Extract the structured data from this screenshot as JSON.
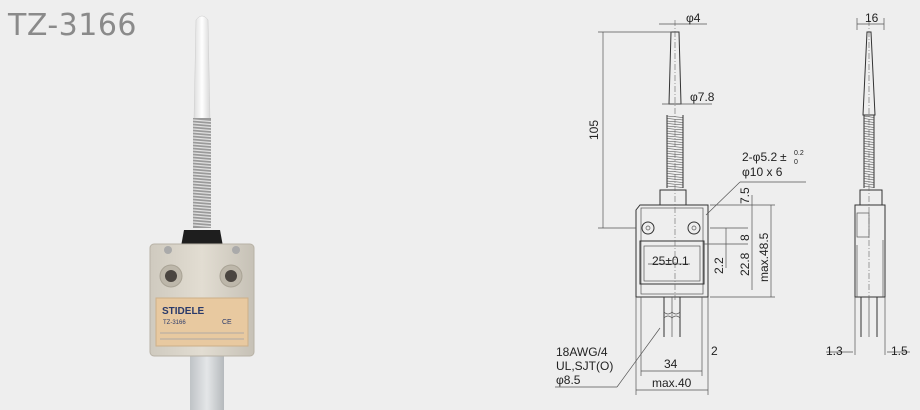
{
  "title": "TZ-3166",
  "product": {
    "brand": "STIDELE",
    "model": "TZ-3166",
    "ce_mark": "CE"
  },
  "dimensions": {
    "tip_diameter": "φ4",
    "spring_diameter": "φ7.8",
    "length": "105",
    "holes_line1": "2-φ5.2",
    "holes_tolerance_sign": "±",
    "holes_tol_upper": "0.2",
    "holes_tol_lower": "0",
    "holes_line2": "φ10 x 6",
    "d_7_5": "7.5",
    "d_8": "8",
    "d_2_2": "2.2",
    "d_22_8": "22.8",
    "max_height": "max.48.5",
    "window_width": "25±0.1",
    "cable_line1": "18AWG/4",
    "cable_line2": "UL,SJT(O)",
    "cable_line3": "φ8.5",
    "hole_spacing": "34",
    "d_2": "2",
    "max_width": "max.40",
    "side_width": "16",
    "side_left": "1.3",
    "side_right": "1.5"
  }
}
